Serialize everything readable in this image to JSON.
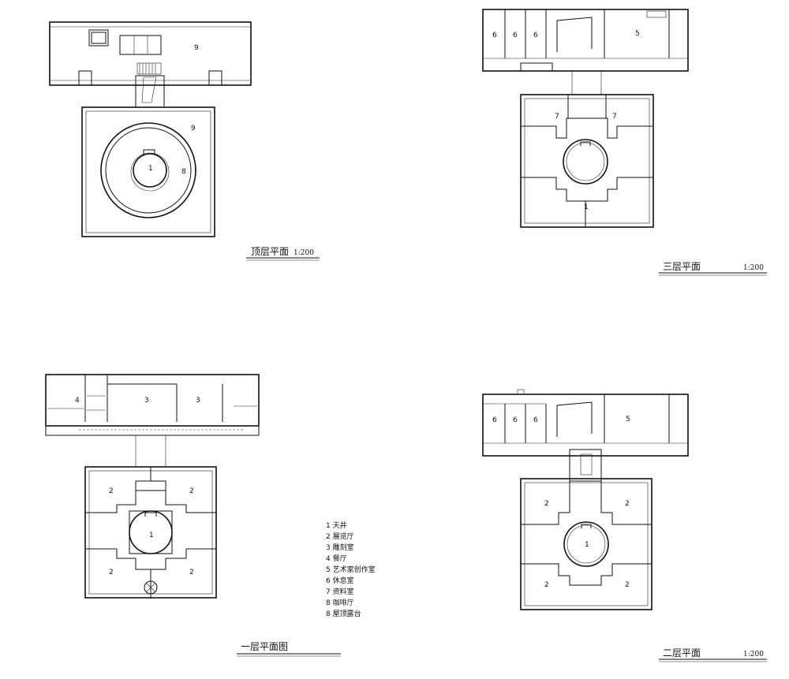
{
  "plans": {
    "top": {
      "title": "顶层平面",
      "scale": "1:200",
      "room_labels": [
        "9",
        "9",
        "8",
        "1"
      ]
    },
    "third": {
      "title": "三层平面",
      "scale": "1:200",
      "room_labels": [
        "6",
        "6",
        "6",
        "5",
        "7",
        "7",
        "1"
      ]
    },
    "first": {
      "title": "一层平面图",
      "room_labels": [
        "4",
        "3",
        "3",
        "2",
        "2",
        "2",
        "2",
        "1"
      ]
    },
    "second": {
      "title": "二层平面",
      "scale": "1:200",
      "room_labels": [
        "6",
        "6",
        "6",
        "5",
        "2",
        "2",
        "2",
        "2",
        "1"
      ]
    }
  },
  "legend": [
    "1 天井",
    "2 展览厅",
    "3 雕刻室",
    "4 餐厅",
    "5 艺术家创作室",
    "6 休息室",
    "7 资料室",
    "8 咖啡厅",
    "8 屋顶露台"
  ]
}
